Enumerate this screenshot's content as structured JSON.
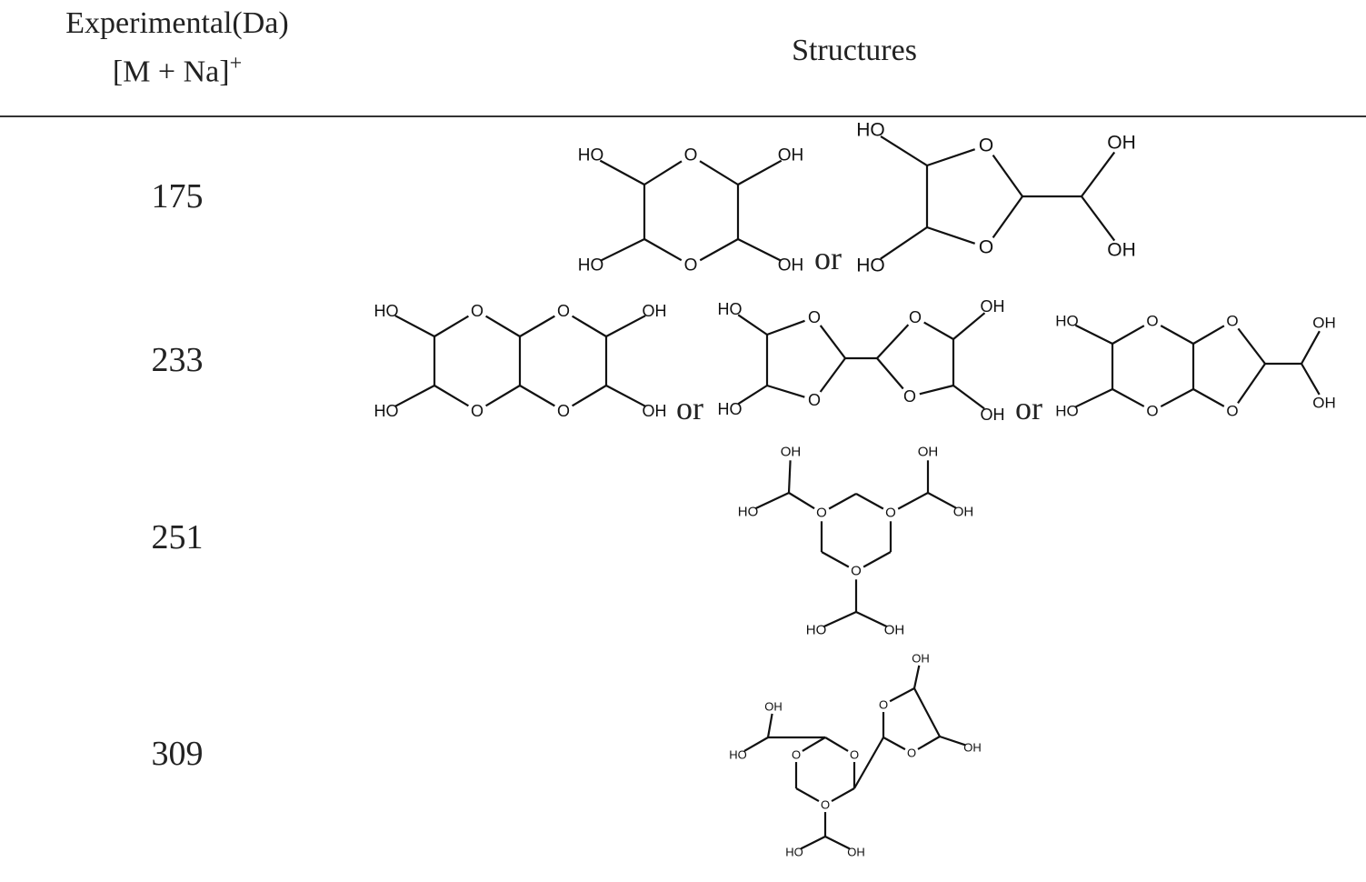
{
  "header": {
    "col1_line1": "Experimental(Da)",
    "col1_line2": "[M + Na]",
    "col1_sup": "+",
    "col2": "Structures"
  },
  "rows": [
    {
      "mass": "175",
      "connectors": [
        "or"
      ]
    },
    {
      "mass": "233",
      "connectors": [
        "or",
        "or"
      ]
    },
    {
      "mass": "251",
      "connectors": []
    },
    {
      "mass": "309",
      "connectors": []
    }
  ],
  "atom_labels": {
    "oxygen": "O",
    "hydroxyl": "OH",
    "hydroxyl_left": "HO"
  }
}
